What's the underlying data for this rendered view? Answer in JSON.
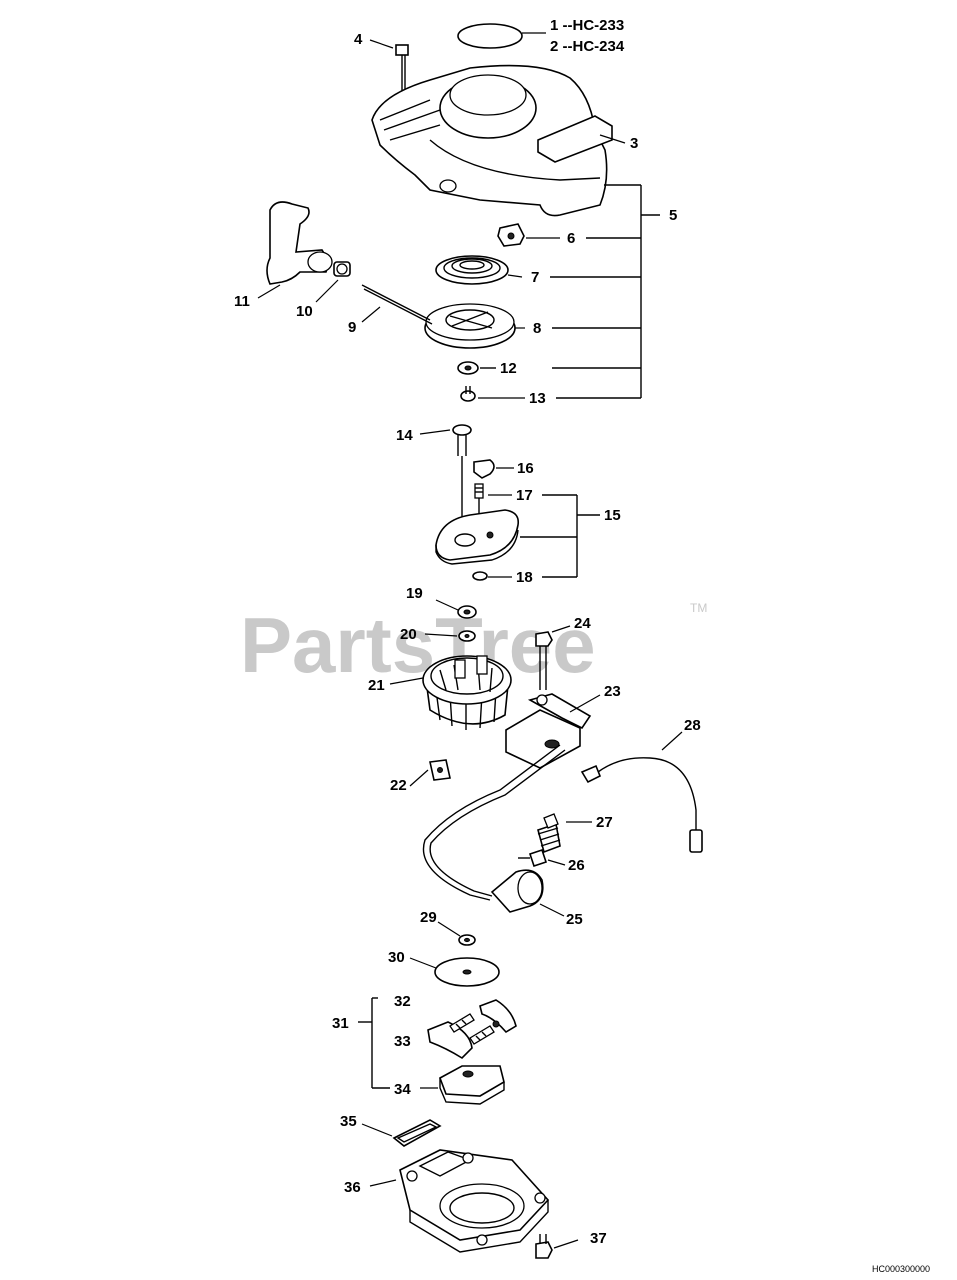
{
  "diagram": {
    "watermark": "PartsTree",
    "trademark": "TM",
    "reference_code": "HC000300000",
    "callouts": {
      "c1": "1 --HC-233",
      "c2": "2 --HC-234",
      "c3": "3",
      "c4": "4",
      "c5": "5",
      "c6": "6",
      "c7": "7",
      "c8": "8",
      "c9": "9",
      "c10": "10",
      "c11": "11",
      "c12": "12",
      "c13": "13",
      "c14": "14",
      "c15": "15",
      "c16": "16",
      "c17": "17",
      "c18": "18",
      "c19": "19",
      "c20": "20",
      "c21": "21",
      "c22": "22",
      "c23": "23",
      "c24": "24",
      "c25": "25",
      "c26": "26",
      "c27": "27",
      "c28": "28",
      "c29": "29",
      "c30": "30",
      "c31": "31",
      "c32": "32",
      "c33": "33",
      "c34": "34",
      "c35": "35",
      "c36": "36",
      "c37": "37"
    }
  }
}
